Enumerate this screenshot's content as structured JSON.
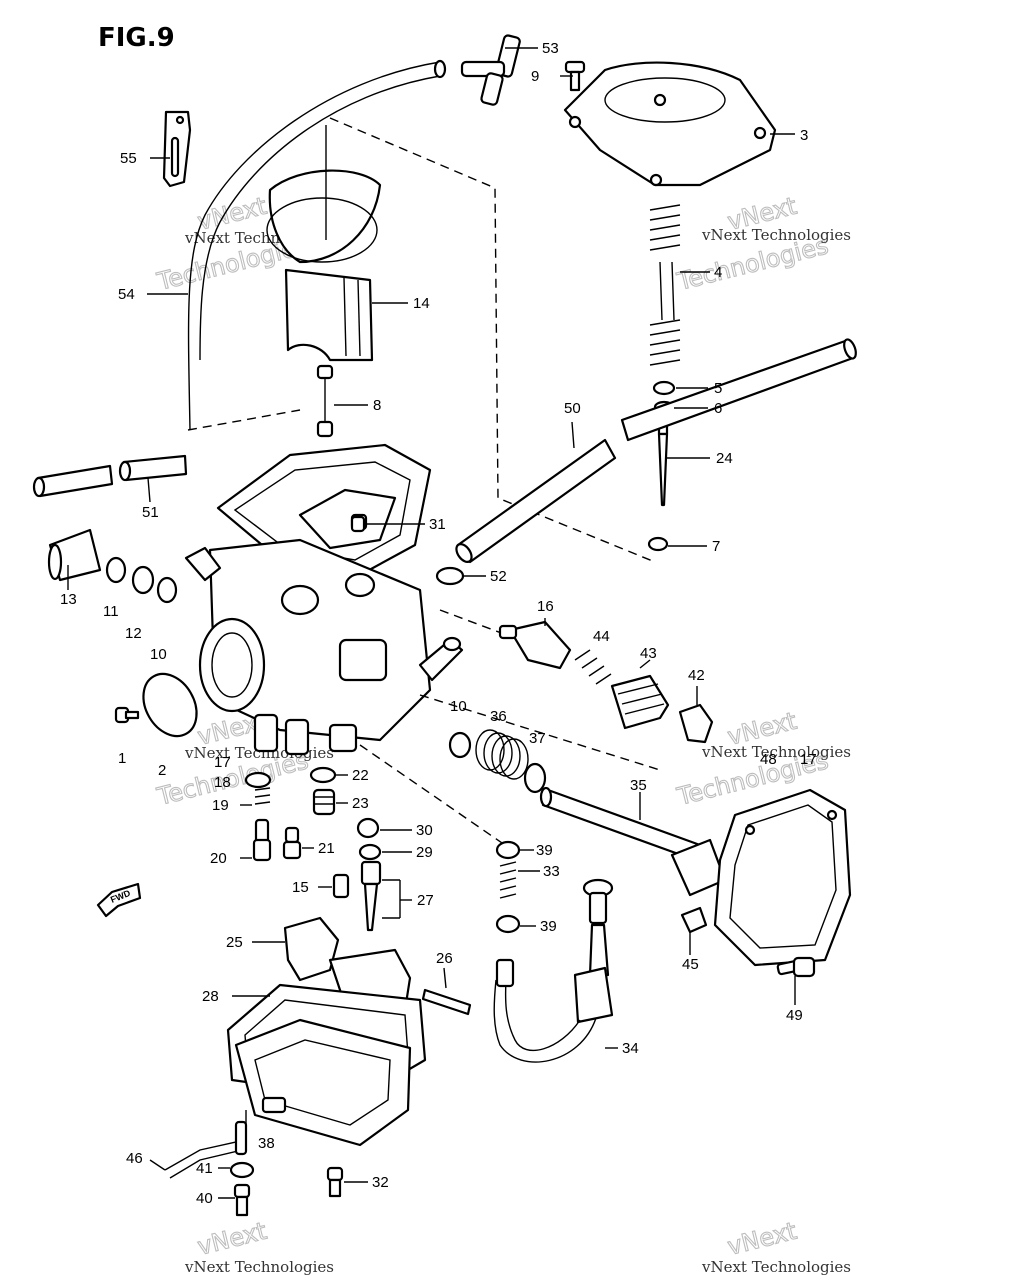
{
  "figure": {
    "title": "FIG.9"
  },
  "watermark": {
    "text_small": "vNext Technologies",
    "text_big_1": "vNext",
    "text_big_2": "Technologies"
  },
  "fwd_label": "FWD",
  "callouts": {
    "c1": "1",
    "c2": "2",
    "c3": "3",
    "c4": "4",
    "c5": "5",
    "c6": "6",
    "c7": "7",
    "c8": "8",
    "c9": "9",
    "c10a": "10",
    "c10b": "10",
    "c11": "11",
    "c12": "12",
    "c13": "13",
    "c14": "14",
    "c15": "15",
    "c16": "16",
    "c17a": "17",
    "c17b": "17",
    "c18": "18",
    "c19": "19",
    "c20": "20",
    "c21": "21",
    "c22": "22",
    "c23": "23",
    "c24": "24",
    "c25": "25",
    "c26": "26",
    "c27": "27",
    "c28": "28",
    "c29": "29",
    "c30": "30",
    "c31": "31",
    "c32": "32",
    "c33": "33",
    "c34": "34",
    "c35": "35",
    "c36": "36",
    "c37": "37",
    "c38": "38",
    "c39a": "39",
    "c39b": "39",
    "c40": "40",
    "c41": "41",
    "c42": "42",
    "c43": "43",
    "c44": "44",
    "c45": "45",
    "c46": "46",
    "c48": "48",
    "c49": "49",
    "c50": "50",
    "c51": "51",
    "c52": "52",
    "c53": "53",
    "c54": "54",
    "c55": "55"
  }
}
